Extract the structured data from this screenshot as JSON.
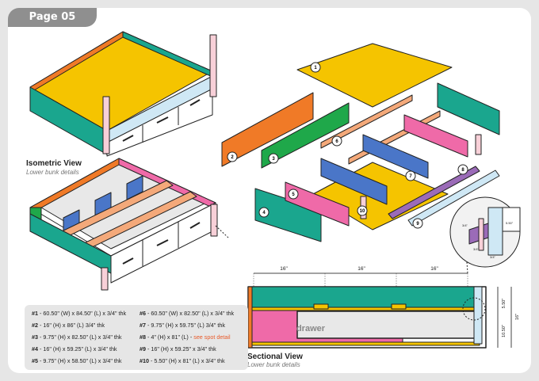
{
  "page": {
    "tab_label": "Page 05"
  },
  "views": {
    "isometric": {
      "title": "Isometric View",
      "subtitle": "Lower bunk details"
    },
    "sectional": {
      "title": "Sectional View",
      "subtitle": "Lower bunk details"
    }
  },
  "part_numbers": [
    "1",
    "2",
    "3",
    "4",
    "5",
    "6",
    "7",
    "8",
    "9",
    "10"
  ],
  "section": {
    "spacing_labels": [
      "16\"",
      "16\"",
      "16\""
    ],
    "drawer_label": "drawer",
    "dim_top": "5.50\"",
    "dim_bottom": "10.50\"",
    "dim_total": "16\""
  },
  "spot_detail": {
    "labels": [
      "5.50\"",
      "3/4\"",
      "3/4\"",
      "3/4\""
    ]
  },
  "legend": {
    "left": [
      {
        "num": "#1",
        "text": " - 60.50\" (W) x 84.50\" (L) x 3/4\" thk"
      },
      {
        "num": "#2",
        "text": " - 16\" (H) x 86\" (L) 3/4\" thk"
      },
      {
        "num": "#3",
        "text": " - 9.75\" (H) x 82.50\" (L) x 3/4\" thk"
      },
      {
        "num": "#4",
        "text": " - 16\" (H) x 59.25\" (L) x 3/4\" thk"
      },
      {
        "num": "#5",
        "text": " - 9.75\" (H) x 58.50\" (L) x 3/4\" thk"
      }
    ],
    "right": [
      {
        "num": "#6",
        "text": " - 60.50\" (W) x 82.50\" (L) x 3/4\" thk"
      },
      {
        "num": "#7",
        "text": " - 9.75\" (H) x 59.75\" (L) 3/4\" thk"
      },
      {
        "num": "#8",
        "text": " - 4\" (H) x 81\" (L) - ",
        "spot": "see spot detail"
      },
      {
        "num": "#9",
        "text": " - 16\" (H) x 59.25\" x 3/4\" thk"
      },
      {
        "num": "#10",
        "text": " - 5.50\" (H) x 81\" (L) x 3/4\" thk"
      }
    ]
  },
  "colors": {
    "yellow": "#f5c400",
    "teal": "#1aa68e",
    "orange": "#f07a27",
    "green": "#1fa84a",
    "pink": "#ef6aa8",
    "blue": "#4a76c8",
    "peach": "#f4a97a",
    "purple": "#9b6bb8",
    "light_blue": "#cfe8f5",
    "post_pink": "#f8d0d8",
    "drawer_gray": "#e8e8e8"
  }
}
